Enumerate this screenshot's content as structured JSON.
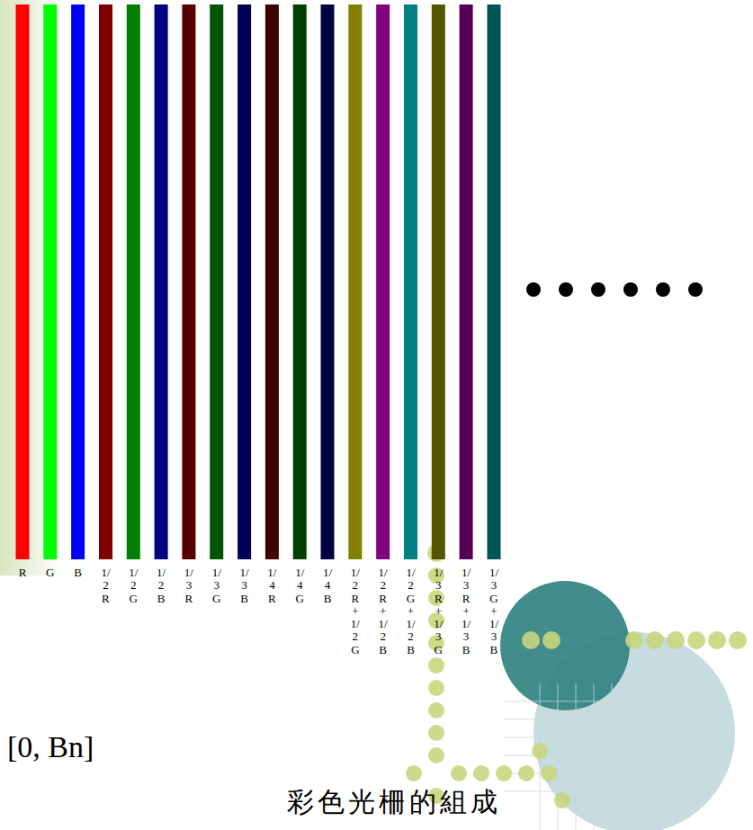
{
  "diagram": {
    "caption": "彩色光柵的組成",
    "labels": [
      "R",
      "G",
      "B",
      "1/2R",
      "1/2G",
      "1/2B",
      "1/3R",
      "1/3G",
      "1/3B",
      "1/4R",
      "1/4G",
      "1/4B",
      "1/2R+1/2G",
      "1/2R+1/2B",
      "1/2G+1/2B",
      "1/3R+1/3G",
      "1/3R+1/3B",
      "1/3G+1/3B",
      "[0, Bn]"
    ]
  }
}
